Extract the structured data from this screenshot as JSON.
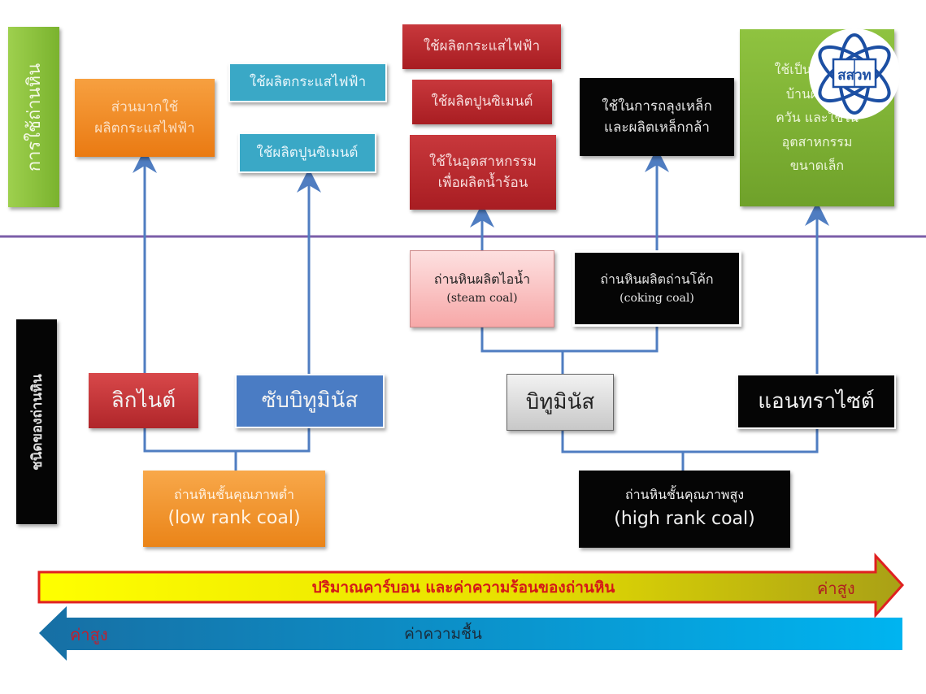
{
  "section_labels": {
    "usage": "การใช้ถ่านหิน",
    "types": "ชนิดของถ่านหิน"
  },
  "usage_boxes": {
    "lignite": [
      "ส่วนมากใช้",
      "ผลิตกระแสไฟฟ้า"
    ],
    "subbituminous_1": "ใช้ผลิตกระแสไฟฟ้า",
    "subbituminous_2": "ใช้ผลิตปูนซิเมนต์",
    "steam_1": "ใช้ผลิตกระแสไฟฟ้า",
    "steam_2": "ใช้ผลิตปูนซิเมนต์",
    "steam_3": [
      "ใช้ในอุตสาหกรรม",
      "เพื่อผลิตน้ำร้อน"
    ],
    "coking": [
      "ใช้ในการถลุงเหล็ก",
      "และผลิตเหล็กกล้า"
    ],
    "anthracite": [
      "ใช้เป็นเชื้อเพลิง",
      "บ้านผลิตไร้",
      "ควัน และใช้ใน",
      "อุตสาหกรรม",
      "ขนาดเล็ก"
    ]
  },
  "sub_types": {
    "steam_coal": [
      "ถ่านหินผลิตไอน้ำ",
      "(steam coal)"
    ],
    "coking_coal": [
      "ถ่านหินผลิตถ่านโค้ก",
      "(coking coal)"
    ]
  },
  "coal_types": {
    "lignite": "ลิกไนต์",
    "subbituminous": "ซับบิทูมินัส",
    "bituminous": "บิทูมินัส",
    "anthracite": "แอนทราไซต์"
  },
  "rank_groups": {
    "low": [
      "ถ่านหินชั้นคุณภาพต่ำ",
      "(low rank coal)"
    ],
    "high": [
      "ถ่านหินชั้นคุณภาพสูง",
      "(high rank coal)"
    ]
  },
  "arrows": {
    "carbon_heat": {
      "label": "ปริมาณคาร์บอน และค่าความร้อนของถ่านหิน",
      "end_label": "ค่าสูง",
      "direction": "right"
    },
    "moisture": {
      "label": "ค่าความชื้น",
      "end_label": "ค่าสูง",
      "direction": "left"
    }
  },
  "logo": {
    "text": "สสวท"
  },
  "colors": {
    "green": "#8cc63e",
    "orange": "#f08a1e",
    "teal": "#3aa8c6",
    "red": "#c0282d",
    "black": "#000000",
    "pink": "#f7a8a8",
    "blue": "#4a7cc4",
    "grey": "#d8d8d8",
    "connector": "#4f7dc1",
    "divider": "#7b5ea8",
    "logo_blue": "#1c4fa3"
  }
}
